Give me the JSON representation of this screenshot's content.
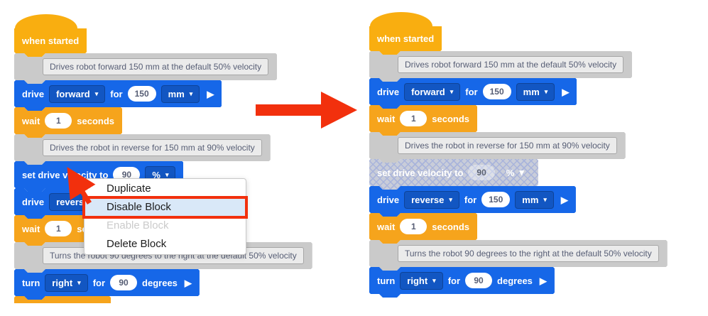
{
  "colors": {
    "block_blue": "#1667E8",
    "hat_gold": "#F9AE10",
    "wait_orange": "#F6A41C",
    "comment_gray": "#CACACA",
    "comment_inner": "#EBEBEB",
    "comment_border": "#A6A6A6",
    "comment_text": "#575E75",
    "disabled_bg": "#C9CDD9",
    "disabled_hatch": "#A9B4DB",
    "disabled_text_dim": "#5A6170",
    "menu_bg": "#FFFFFF",
    "menu_border": "#C8C8C8",
    "menu_text": "#1C1C1C",
    "menu_disabled_text": "#CBCBCB",
    "menu_highlight_bg": "#D9E8F8",
    "annotation_red": "#F2300D",
    "oval_text": "#575E75"
  },
  "icons": {
    "dropdown_arrow": "▾",
    "play": "▶"
  },
  "program": {
    "when_started": "when started",
    "comments": {
      "forward": "Drives robot forward 150 mm at the default 50% velocity",
      "reverse": "Drives the robot in reverse for 150 mm at 90% velocity",
      "turn": "Turns the robot 90 degrees to the right at the default 50% velocity"
    },
    "drive_forward": {
      "verb": "drive",
      "direction": "forward",
      "for_label": "for",
      "value": "150",
      "unit": "mm"
    },
    "wait": {
      "verb": "wait",
      "value": "1",
      "unit": "seconds"
    },
    "set_velocity": {
      "label": "set drive velocity to",
      "value": "90",
      "unit": "%"
    },
    "drive_reverse": {
      "verb": "drive",
      "direction": "reverse",
      "for_label": "for",
      "value": "150",
      "unit": "mm"
    },
    "turn_right": {
      "verb": "turn",
      "direction": "right",
      "for_label": "for",
      "value": "90",
      "unit": "degrees"
    }
  },
  "context_menu": {
    "items": [
      {
        "label": "Duplicate",
        "state": "normal"
      },
      {
        "label": "Disable Block",
        "state": "highlighted"
      },
      {
        "label": "Enable Block",
        "state": "disabled"
      },
      {
        "label": "Delete Block",
        "state": "normal"
      }
    ]
  }
}
